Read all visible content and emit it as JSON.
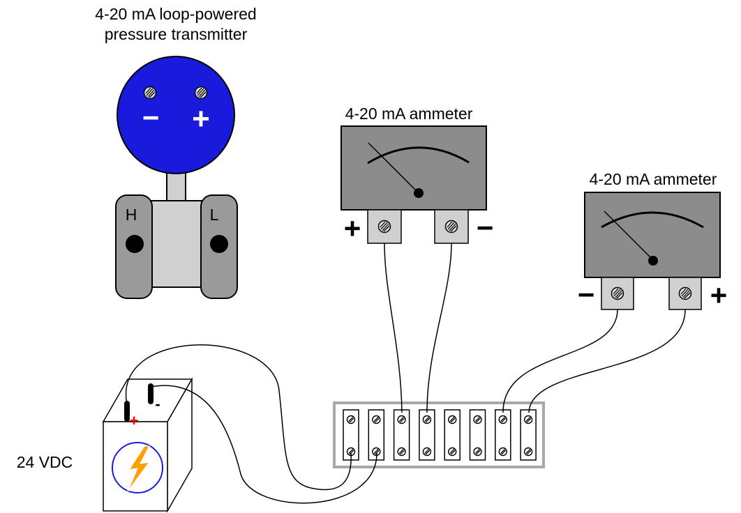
{
  "transmitter": {
    "title_line1": "4-20 mA loop-powered",
    "title_line2": "pressure transmitter",
    "terminal_minus": "−",
    "terminal_plus": "+",
    "port_high": "H",
    "port_low": "L",
    "colors": {
      "housing": "#1a1adc",
      "body": "#d0d0d0",
      "flange": "#9a9a9a"
    }
  },
  "ammeter_1": {
    "title": "4-20 mA ammeter",
    "terminal_left": "+",
    "terminal_right": "−"
  },
  "ammeter_2": {
    "title": "4-20 mA ammeter",
    "terminal_left": "−",
    "terminal_right": "+"
  },
  "battery": {
    "label": "24 VDC",
    "terminal_plus": "+",
    "terminal_minus": "-",
    "icon": "lightning-icon",
    "colors": {
      "plus_sign": "#ff0000",
      "bolt": "#ffa000",
      "circle": "#1a1adc"
    }
  },
  "terminal_strip": {
    "positions": 8
  }
}
